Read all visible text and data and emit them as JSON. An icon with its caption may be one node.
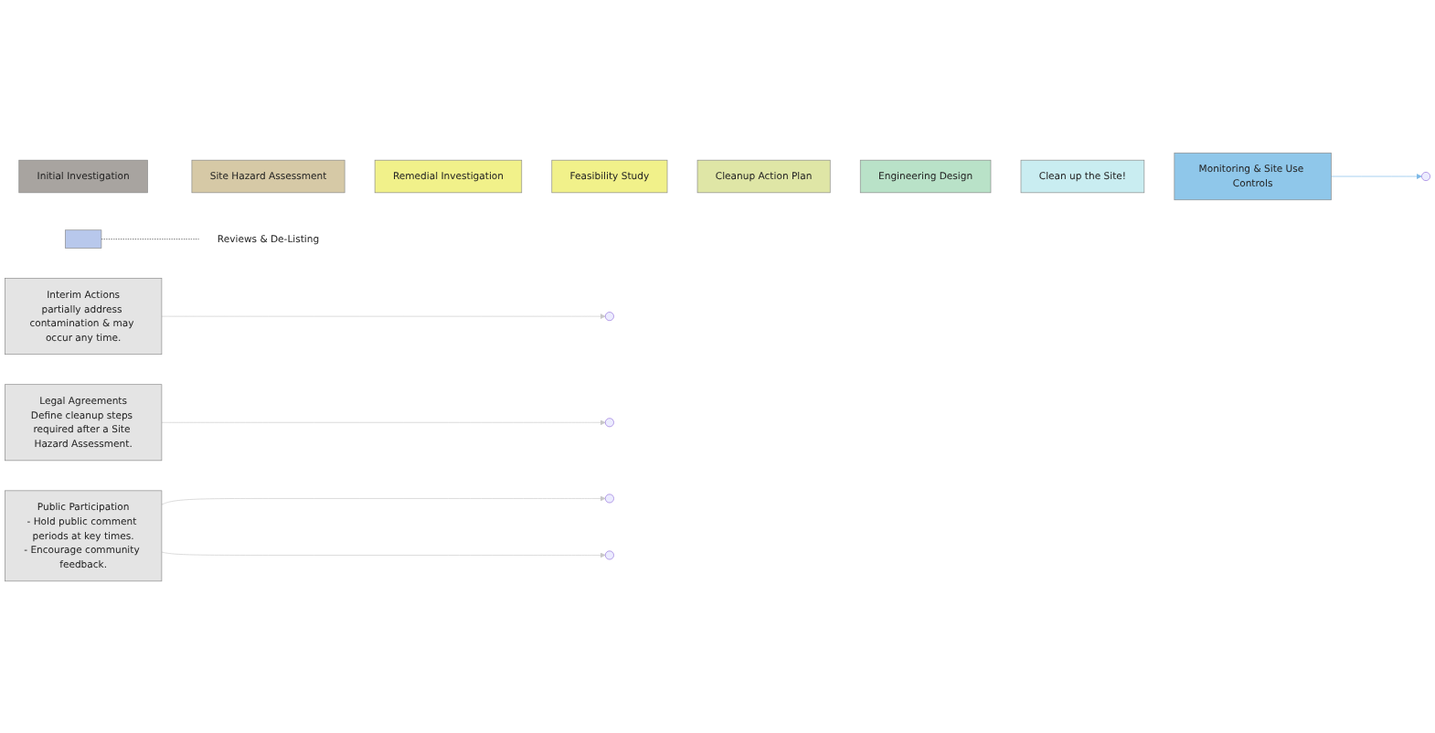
{
  "diagram": {
    "nodes": [
      {
        "text": [
          "Interim Actions",
          "partially address contamination & may occur any time."
        ]
      },
      {
        "text": [
          "Legal Agreements",
          "Define cleanup steps required after a Site Hazard Assessment."
        ]
      },
      {
        "text": [
          "Initial Investigation"
        ]
      },
      {
        "text": [
          "Site Hazard Assessment"
        ]
      },
      {
        "text": [
          "Remedial Investigation"
        ]
      },
      {
        "text": [
          "Feasibility Study"
        ]
      },
      {
        "text": [
          "Cleanup Action Plan"
        ]
      },
      {
        "text": [
          "Engineering Design"
        ]
      },
      {
        "text": [
          "Clean up the Site!"
        ]
      },
      {
        "text": [
          "Monitoring & Site Use Controls"
        ]
      },
      {
        "text": [],
        "shape": "box"
      },
      {
        "text": [
          "Reviews & De-Listing"
        ]
      },
      {
        "text": [
          "Public Participation",
          "- Hold public comment periods at key times.",
          "- Encourage community feedback."
        ]
      }
    ],
    "edges": [
      {
        "from": 0,
        "to": null,
        "arrow": "to",
        "color": "#c8c8c8"
      },
      {
        "from": 1,
        "to": null,
        "arrow": "to",
        "color": "#c8c8c8"
      },
      {
        "from": 9,
        "to": null,
        "arrow": "to",
        "color": "#7ab8e6"
      },
      {
        "from": 10,
        "to": 11,
        "arrow": "none",
        "style": "dashed",
        "color": "#222222"
      },
      {
        "from": 12,
        "to": null,
        "arrow": "to",
        "color": "#c8c8c8"
      },
      {
        "from": 12,
        "to": null,
        "arrow": "to",
        "color": "#c8c8c8"
      }
    ]
  }
}
